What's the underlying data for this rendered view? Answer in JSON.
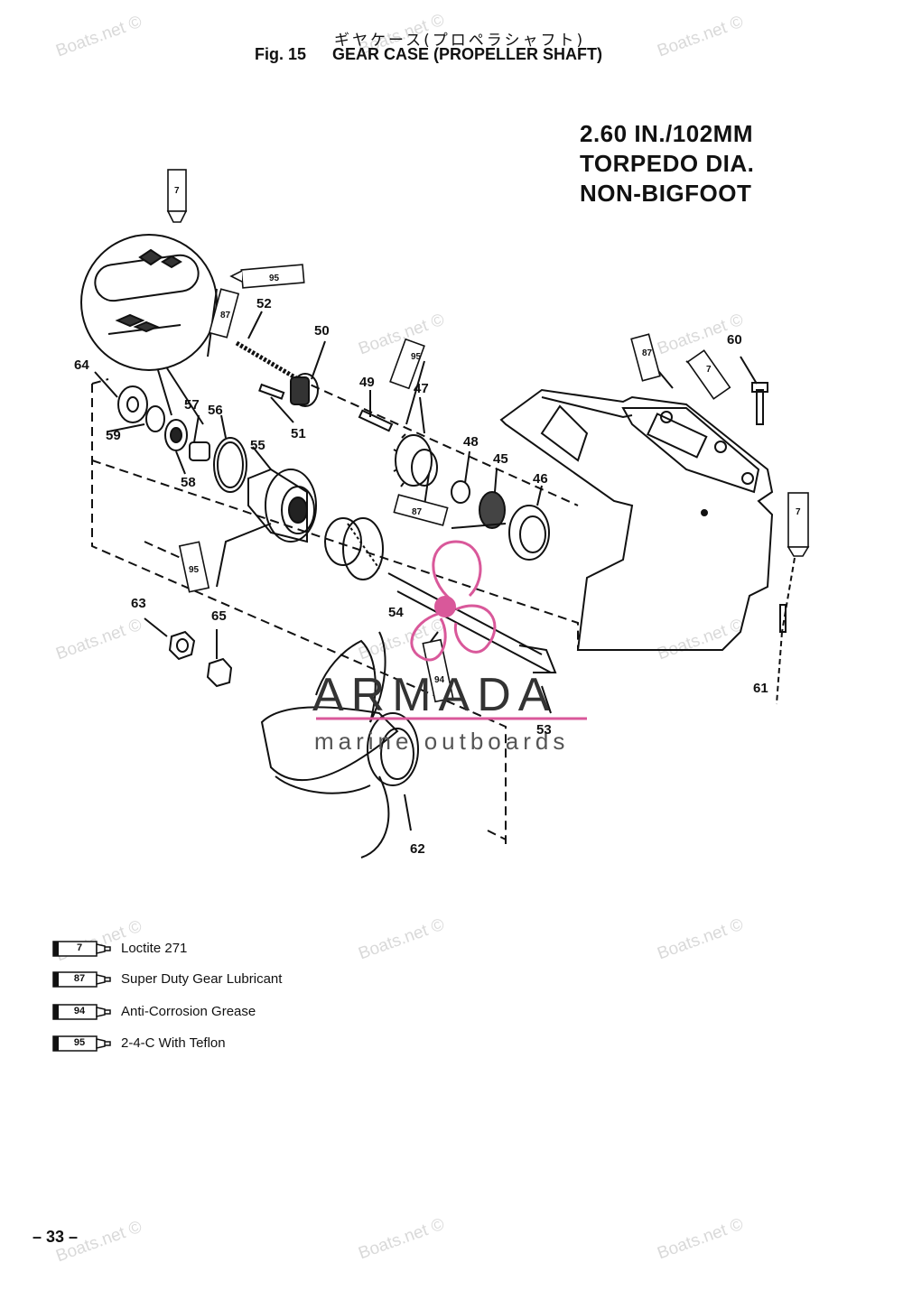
{
  "header": {
    "title_jp": "ギヤケース(プロペラシャフト)",
    "fig_label": "Fig. 15",
    "title": "GEAR CASE (PROPELLER SHAFT)"
  },
  "spec": {
    "line1": "2.60 IN./102MM",
    "line2": "TORPEDO DIA.",
    "line3": "NON-BIGFOOT"
  },
  "watermark_text": "Boats.net ©",
  "logo": {
    "name": "ARMADA",
    "tagline": "marine outboards",
    "accent_color": "#d9589a"
  },
  "callouts": [
    "64",
    "59",
    "58",
    "57",
    "56",
    "52",
    "50",
    "51",
    "49",
    "47",
    "55",
    "48",
    "45",
    "46",
    "60",
    "61",
    "63",
    "65",
    "54",
    "53",
    "62"
  ],
  "tube_labels": [
    "7",
    "95",
    "87",
    "95",
    "87",
    "94",
    "95",
    "87",
    "7",
    "7"
  ],
  "legend": [
    {
      "code": "7",
      "text": "Loctite 271"
    },
    {
      "code": "87",
      "text": "Super Duty Gear Lubricant"
    },
    {
      "code": "94",
      "text": "Anti-Corrosion Grease"
    },
    {
      "code": "95",
      "text": "2-4-C  With Teflon"
    }
  ],
  "page_number": "– 33 –"
}
